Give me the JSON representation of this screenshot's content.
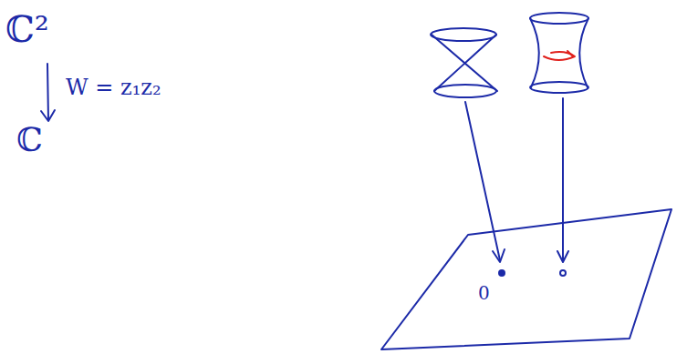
{
  "diagram": {
    "labels": [
      "ℂ²",
      "W = z₁z₂",
      "ℂ",
      "0"
    ]
  }
}
